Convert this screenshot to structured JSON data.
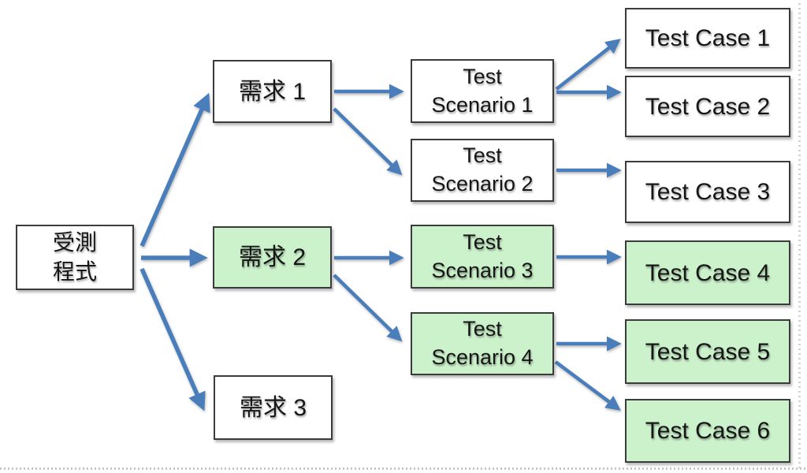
{
  "colors": {
    "arrow": "#4a7ebb",
    "green": "#ccf2cc",
    "white": "#ffffff",
    "border": "#3b3b3b",
    "text": "#161616"
  },
  "nodes": {
    "root": {
      "label": "受測\n程式",
      "fill": "white"
    },
    "req1": {
      "label": "需求 1",
      "fill": "white"
    },
    "req2": {
      "label": "需求 2",
      "fill": "green"
    },
    "req3": {
      "label": "需求 3",
      "fill": "white"
    },
    "ts1": {
      "label": "Test\nScenario 1",
      "fill": "white"
    },
    "ts2": {
      "label": "Test\nScenario 2",
      "fill": "white"
    },
    "ts3": {
      "label": "Test\nScenario 3",
      "fill": "green"
    },
    "ts4": {
      "label": "Test\nScenario 4",
      "fill": "green"
    },
    "tc1": {
      "label": "Test Case 1",
      "fill": "white"
    },
    "tc2": {
      "label": "Test Case 2",
      "fill": "white"
    },
    "tc3": {
      "label": "Test Case 3",
      "fill": "white"
    },
    "tc4": {
      "label": "Test Case 4",
      "fill": "green"
    },
    "tc5": {
      "label": "Test Case 5",
      "fill": "green"
    },
    "tc6": {
      "label": "Test Case 6",
      "fill": "green"
    }
  },
  "edges": [
    {
      "from": "root",
      "to": "req1"
    },
    {
      "from": "root",
      "to": "req2"
    },
    {
      "from": "root",
      "to": "req3"
    },
    {
      "from": "req1",
      "to": "ts1"
    },
    {
      "from": "req1",
      "to": "ts2"
    },
    {
      "from": "req2",
      "to": "ts3"
    },
    {
      "from": "req2",
      "to": "ts4"
    },
    {
      "from": "ts1",
      "to": "tc1"
    },
    {
      "from": "ts1",
      "to": "tc2"
    },
    {
      "from": "ts2",
      "to": "tc3"
    },
    {
      "from": "ts3",
      "to": "tc4"
    },
    {
      "from": "ts4",
      "to": "tc5"
    },
    {
      "from": "ts4",
      "to": "tc6"
    }
  ]
}
